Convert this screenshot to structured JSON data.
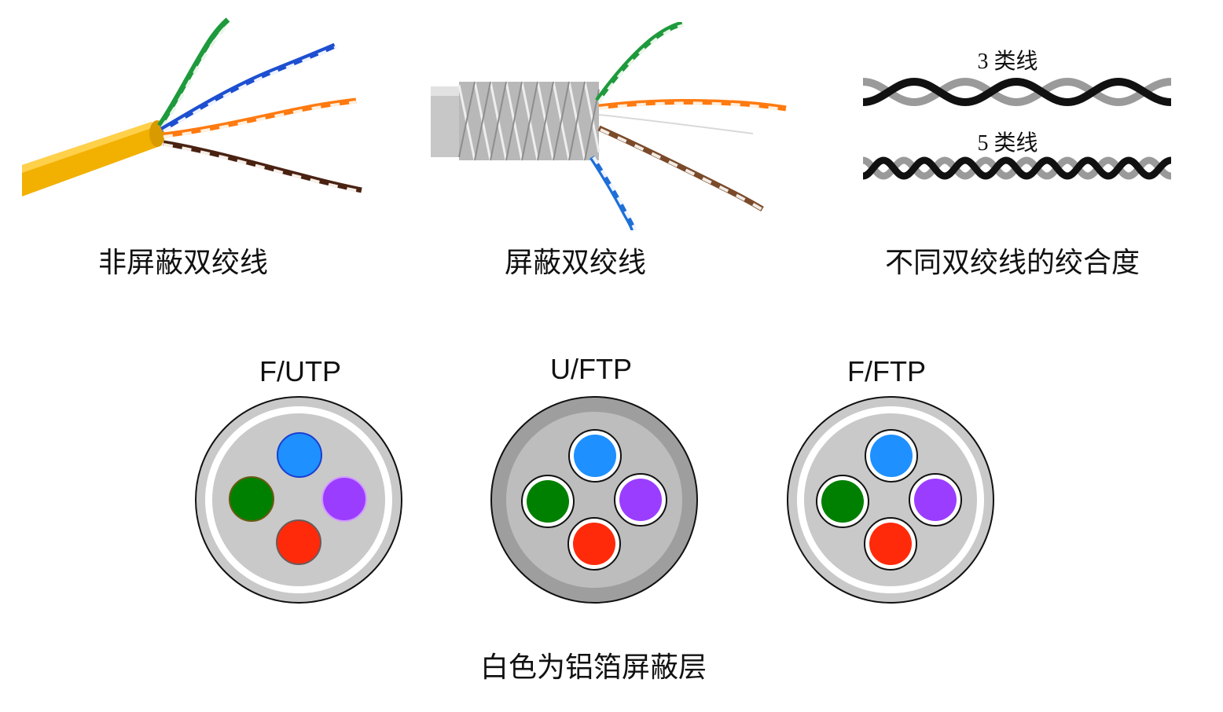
{
  "top_row": {
    "unshielded_caption": "非屏蔽双绞线",
    "shielded_caption": "屏蔽双绞线",
    "twist_caption": "不同双绞线的绞合度",
    "cat3_label": "3 类线",
    "cat5_label": "5 类线"
  },
  "bottom_row": {
    "futp_label": "F/UTP",
    "uftp_label": "U/FTP",
    "fftp_label": "F/FTP",
    "legend_caption": "白色为铝箔屏蔽层"
  },
  "colors": {
    "pair_blue": "#1e90ff",
    "pair_green": "#008000",
    "pair_purple": "#9b3dff",
    "pair_red": "#ff2a0a",
    "jacket_yellow": "#f5b400",
    "jacket_gray": "#c9c9c9",
    "foil_white": "#ffffff"
  },
  "icons": [
    "utp-cable-photo",
    "stp-cable-photo",
    "twist-rate-illustration",
    "futp-cross-section",
    "uftp-cross-section",
    "fftp-cross-section"
  ]
}
